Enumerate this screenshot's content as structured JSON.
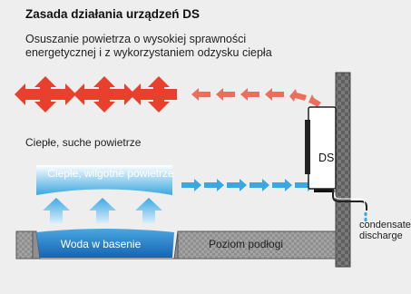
{
  "title": "Zasada działania urządzeń DS",
  "subtitle_line1": "Osuszanie powietrza o wysokiej sprawności",
  "subtitle_line2": "energetycznej i z wykorzystaniem odzysku ciepła",
  "label_warm_dry": "Ciepłe, suche powietrze",
  "label_warm_humid": "Ciepłe, wilgotne powietrze",
  "label_pool": "Woda w basenie",
  "label_floor": "Poziom podłogi",
  "label_ds": "DS",
  "label_condensate_line1": "condensate",
  "label_condensate_line2": "discharge",
  "colors": {
    "background": "#eeeeee",
    "warm_air": "#e8402c",
    "humid_air_top": "#3aa7e0",
    "pool_blue": "#1e7fc6",
    "floor_gray": "#8c8c8c",
    "wall_gray": "#6f6f6f"
  }
}
